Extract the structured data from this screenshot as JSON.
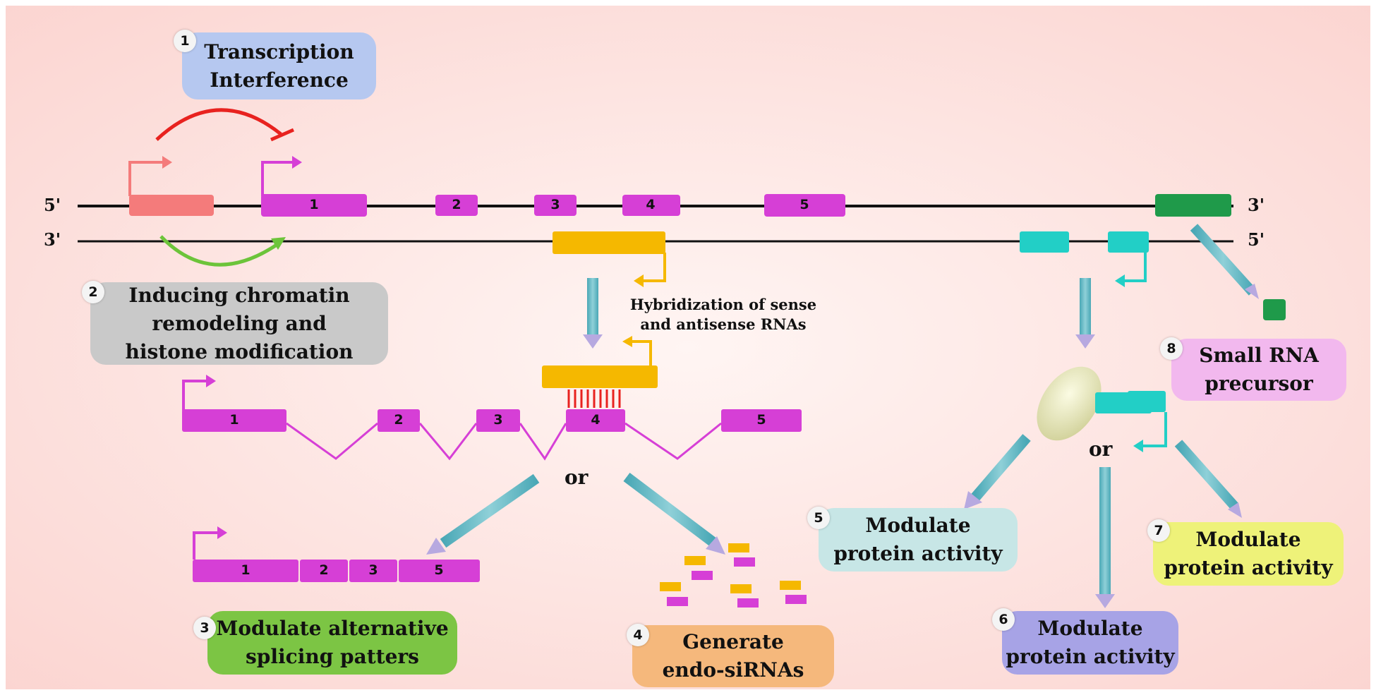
{
  "strands": {
    "top_left": "5'",
    "top_right": "3'",
    "bottom_left": "3'",
    "bottom_right": "5'"
  },
  "exons": {
    "e1": "1",
    "e2": "2",
    "e3": "3",
    "e4": "4",
    "e5": "5"
  },
  "boxes": [
    {
      "num": "1",
      "text": "Transcription\nInterference"
    },
    {
      "num": "2",
      "text": "Inducing chromatin\nremodeling and\nhistone modification"
    },
    {
      "num": "3",
      "text": "Modulate alternative\nsplicing patters"
    },
    {
      "num": "4",
      "text": "Generate\nendo-siRNAs"
    },
    {
      "num": "5",
      "text": "Modulate\nprotein activity"
    },
    {
      "num": "6",
      "text": "Modulate\nprotein activity"
    },
    {
      "num": "7",
      "text": "Modulate\nprotein activity"
    },
    {
      "num": "8",
      "text": "Small RNA\nprecursor"
    }
  ],
  "hybridization_label": "Hybridization of sense\nand antisense RNAs",
  "or_label": "or",
  "colors": {
    "exon": "#d63fd6",
    "promoter_block": "#f47b7b",
    "antisense_orange": "#f5b800",
    "antisense_cyan": "#22cfc6",
    "small_rna": "#1f9a4a",
    "inhibit_arc": "#e8221f",
    "activate_arc": "#6cc43a",
    "box_transcription": "#b6c8f0",
    "box_chromatin": "#c9c9c9",
    "box_splicing": "#7cc544",
    "box_sirna": "#f5b87c",
    "box_protein5": "#c7e6e6",
    "box_protein6": "#a7a3e6",
    "box_protein7": "#eef279",
    "box_smallrna": "#f2b8ee"
  }
}
